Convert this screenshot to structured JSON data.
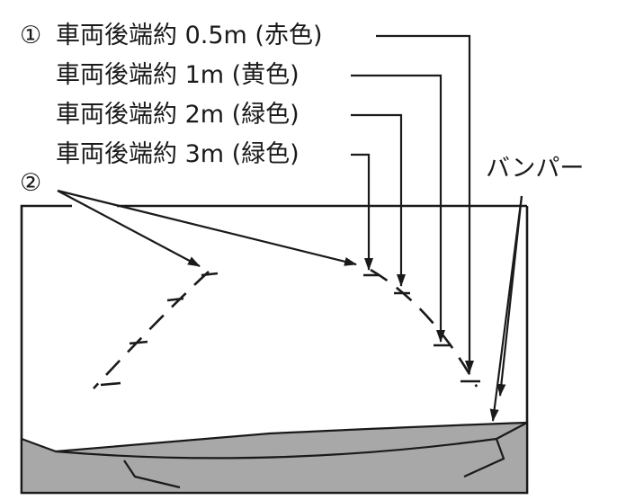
{
  "marker1": "①",
  "marker2": "②",
  "labels": [
    "車両後端約 0.5m (赤色)",
    "車両後端約 1m (黄色)",
    "車両後端約 2m (緑色)",
    "車両後端約 3m (緑色)"
  ],
  "bumper_label": "バンパー",
  "colors": {
    "bumper_fill": "#a8a8a8",
    "ink": "#1a1a1a"
  }
}
